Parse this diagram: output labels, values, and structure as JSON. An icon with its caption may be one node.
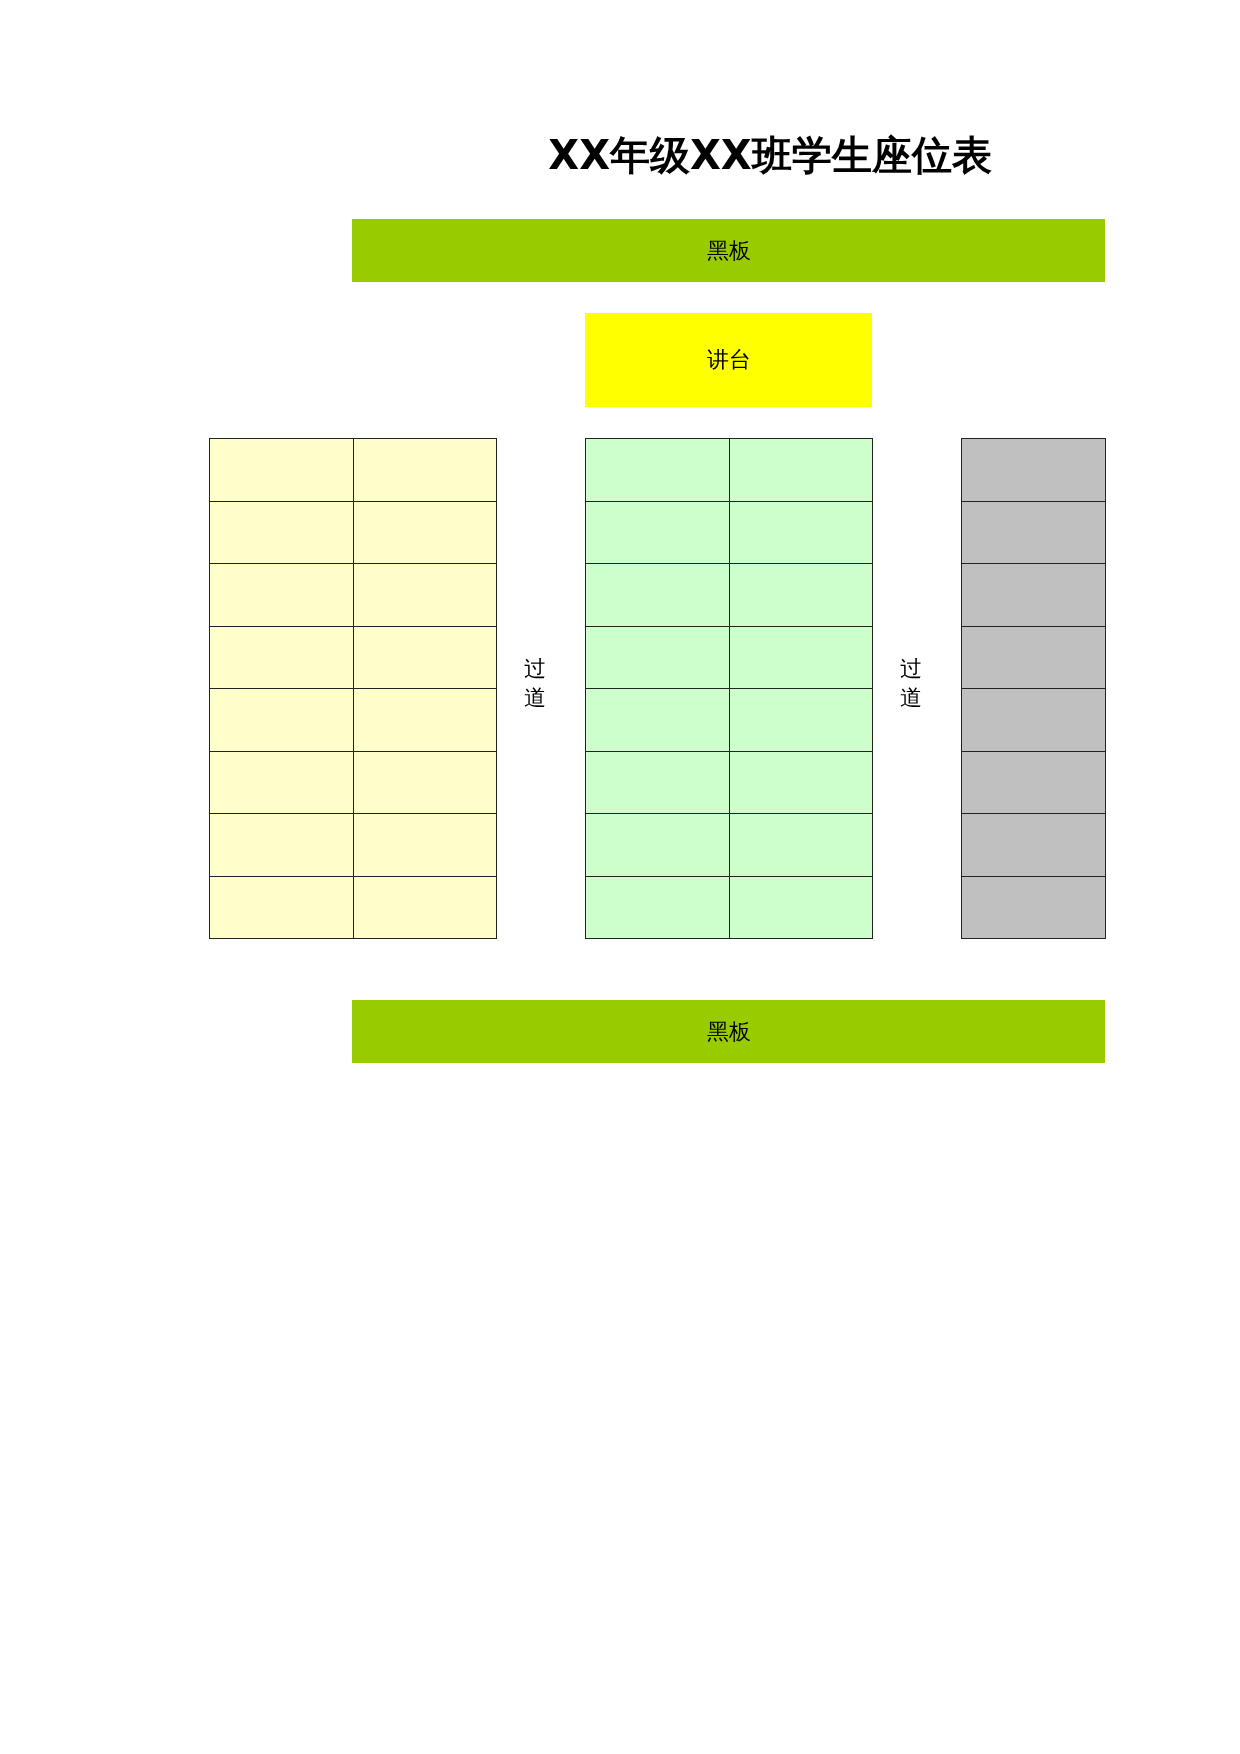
{
  "diagram": {
    "title": "XX年级XX班学生座位表",
    "nodes": [
      {
        "text": [
          "黑板"
        ]
      },
      {
        "text": [
          "讲台"
        ]
      },
      {
        "text": [],
        "shape": "box"
      },
      {
        "text": [],
        "shape": "box"
      },
      {
        "text": [],
        "shape": "box"
      },
      {
        "text": [],
        "shape": "box"
      },
      {
        "text": [],
        "shape": "box"
      },
      {
        "text": [],
        "shape": "box"
      },
      {
        "text": [],
        "shape": "box"
      },
      {
        "text": [],
        "shape": "box"
      },
      {
        "text": [],
        "shape": "box"
      },
      {
        "text": [],
        "shape": "box"
      },
      {
        "text": [],
        "shape": "box"
      },
      {
        "text": [],
        "shape": "box"
      },
      {
        "text": [],
        "shape": "box"
      },
      {
        "text": [],
        "shape": "box"
      },
      {
        "text": [],
        "shape": "box"
      },
      {
        "text": [],
        "shape": "box"
      },
      {
        "text": [],
        "shape": "box"
      },
      {
        "text": [],
        "shape": "box"
      },
      {
        "text": [],
        "shape": "box"
      },
      {
        "text": [],
        "shape": "box"
      },
      {
        "text": [],
        "shape": "box"
      },
      {
        "text": [],
        "shape": "box"
      },
      {
        "text": [],
        "shape": "box"
      },
      {
        "text": [],
        "shape": "box"
      },
      {
        "text": [],
        "shape": "box"
      },
      {
        "text": [],
        "shape": "box"
      },
      {
        "text": [],
        "shape": "box"
      },
      {
        "text": [],
        "shape": "box"
      },
      {
        "text": [],
        "shape": "box"
      },
      {
        "text": [],
        "shape": "box"
      },
      {
        "text": [],
        "shape": "box"
      },
      {
        "text": [],
        "shape": "box"
      },
      {
        "text": [],
        "shape": "box"
      },
      {
        "text": [],
        "shape": "box"
      },
      {
        "text": [],
        "shape": "box"
      },
      {
        "text": [],
        "shape": "box"
      },
      {
        "text": [],
        "shape": "box"
      },
      {
        "text": [],
        "shape": "box"
      },
      {
        "text": [],
        "shape": "box"
      },
      {
        "text": [],
        "shape": "box"
      },
      {
        "text": [
          "黑板"
        ]
      }
    ],
    "labels": [
      "过道",
      "过道"
    ]
  }
}
